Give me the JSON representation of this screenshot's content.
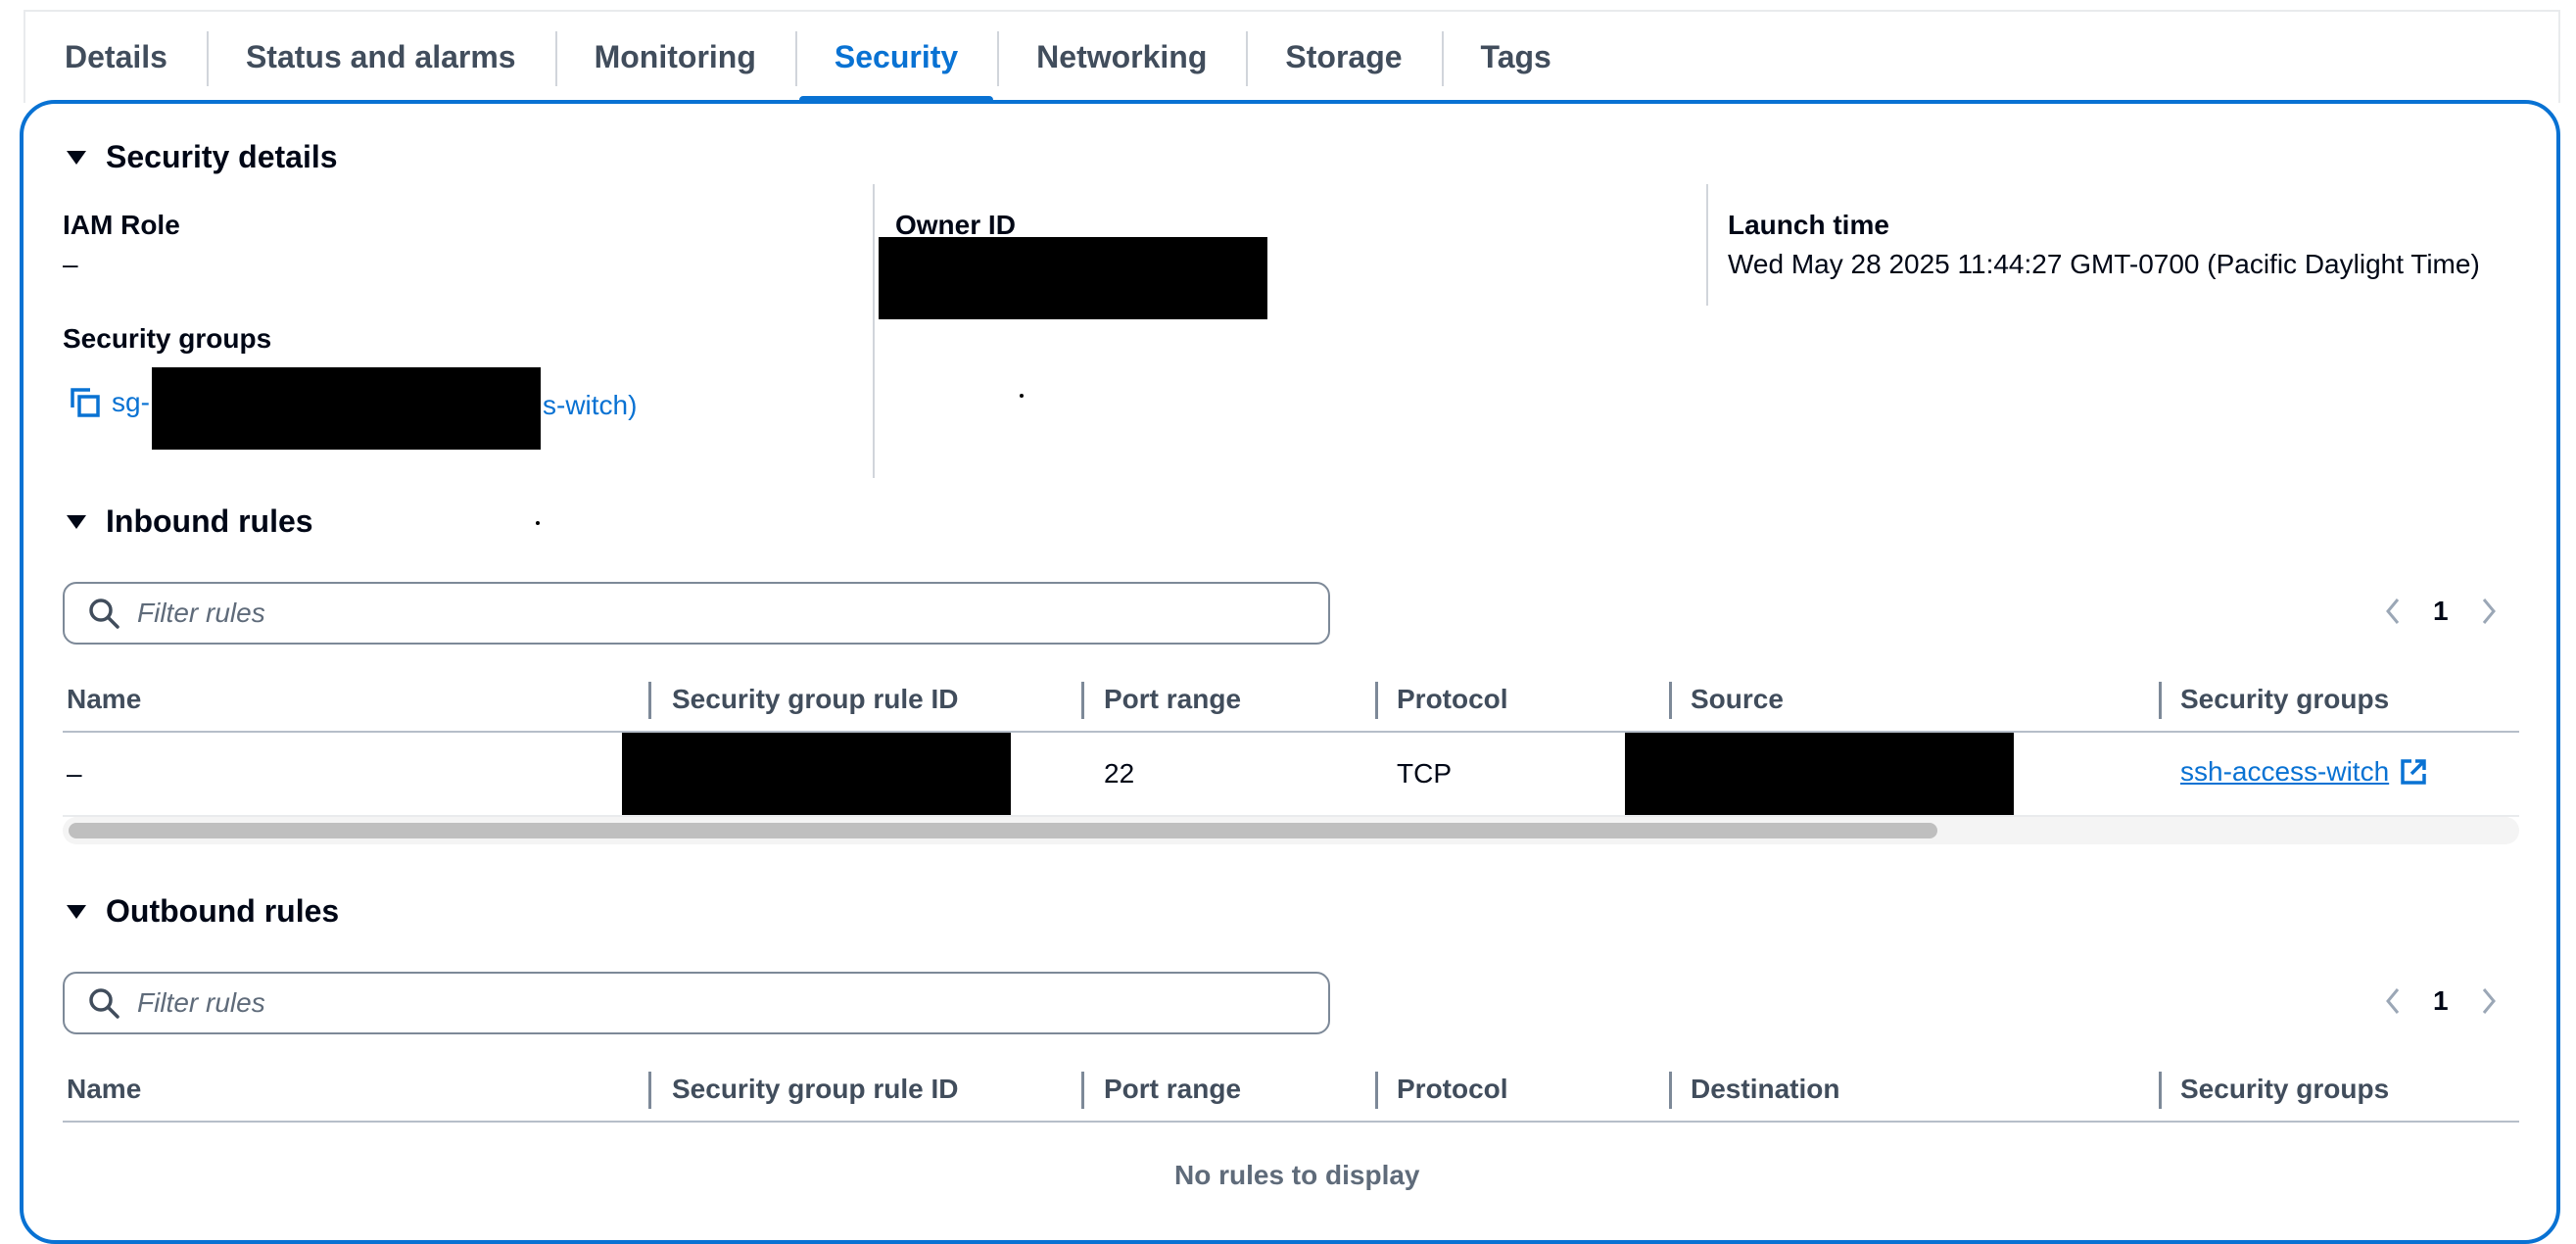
{
  "tabs": [
    {
      "label": "Details"
    },
    {
      "label": "Status and alarms"
    },
    {
      "label": "Monitoring"
    },
    {
      "label": "Security",
      "active": true
    },
    {
      "label": "Networking"
    },
    {
      "label": "Storage"
    },
    {
      "label": "Tags"
    }
  ],
  "security_details": {
    "heading": "Security details",
    "iam_role_label": "IAM Role",
    "iam_role_value": "–",
    "owner_id_label": "Owner ID",
    "launch_time_label": "Launch time",
    "launch_time_value": "Wed May 28 2025 11:44:27 GMT-0700 (Pacific Daylight Time)",
    "security_groups_label": "Security groups",
    "security_group_prefix": "sg-",
    "security_group_suffix": "s-witch)"
  },
  "inbound": {
    "heading": "Inbound rules",
    "filter_placeholder": "Filter rules",
    "page": "1",
    "columns": [
      "Name",
      "Security group rule ID",
      "Port range",
      "Protocol",
      "Source",
      "Security groups"
    ],
    "rows": [
      {
        "name": "–",
        "port_range": "22",
        "protocol": "TCP",
        "security_group": "ssh-access-witch"
      }
    ]
  },
  "outbound": {
    "heading": "Outbound rules",
    "filter_placeholder": "Filter rules",
    "page": "1",
    "columns": [
      "Name",
      "Security group rule ID",
      "Port range",
      "Protocol",
      "Destination",
      "Security groups"
    ],
    "empty_text": "No rules to display"
  },
  "colors": {
    "accent": "#0972d3",
    "text": "#000716",
    "muted": "#414d5c"
  }
}
